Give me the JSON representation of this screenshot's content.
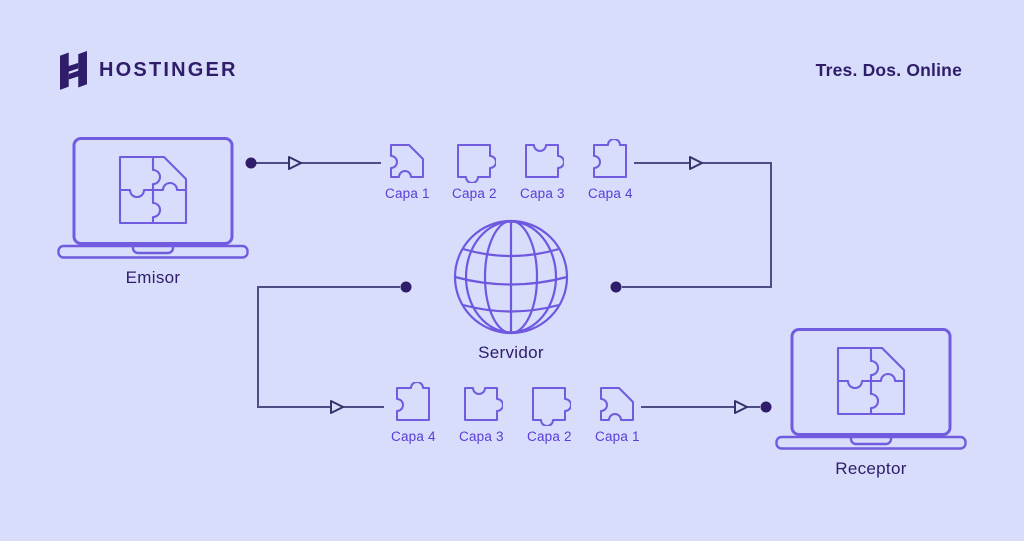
{
  "header": {
    "brand": "HOSTINGER",
    "tagline": "Tres. Dos. Online"
  },
  "colors": {
    "background": "#D7DDFB",
    "dark_navy": "#2F1C6A",
    "connector_line": "#4F4D86",
    "arrow_outline": "#35336B",
    "purple_outline": "#715CE0",
    "capa_text": "#5B3CD9"
  },
  "diagram": {
    "sender": {
      "label": "Emisor"
    },
    "server": {
      "label": "Servidor"
    },
    "receiver": {
      "label": "Receptor"
    },
    "top_row": {
      "items": [
        {
          "label": "Capa 1"
        },
        {
          "label": "Capa 2"
        },
        {
          "label": "Capa 3"
        },
        {
          "label": "Capa 4"
        }
      ]
    },
    "bottom_row": {
      "items": [
        {
          "label": "Capa 4"
        },
        {
          "label": "Capa 3"
        },
        {
          "label": "Capa 2"
        },
        {
          "label": "Capa 1"
        }
      ]
    }
  }
}
